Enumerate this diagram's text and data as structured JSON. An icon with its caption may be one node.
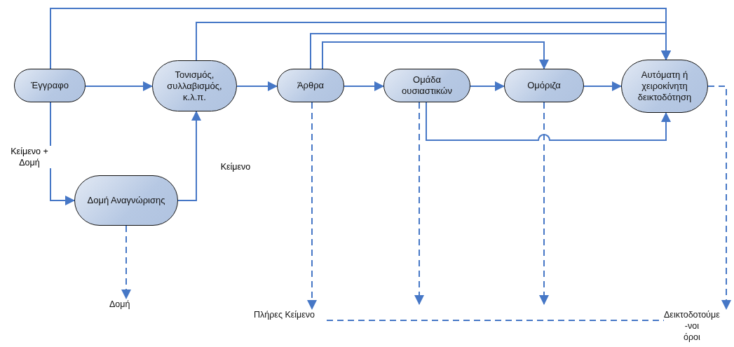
{
  "diagram": {
    "nodes": [
      {
        "text": [
          "Έγγραφο"
        ]
      },
      {
        "text": [
          "Τονισμός, συλλαβισμός, κ.λ.π."
        ]
      },
      {
        "text": [
          "Άρθρα"
        ]
      },
      {
        "text": [
          "Ομάδα ουσιαστικών"
        ]
      },
      {
        "text": [
          "Ομόριζα"
        ]
      },
      {
        "text": [
          "Αυτόματη ή χειροκίνητη δεικτοδότηση"
        ]
      },
      {
        "text": [
          "Δομή Αναγνώρισης"
        ]
      },
      {
        "text": [
          "Δομή"
        ]
      },
      {
        "text": [
          "Πλήρες Κείμενο"
        ]
      },
      {
        "text": [
          "Δεικτοδοτούμε -νοι όροι"
        ]
      }
    ],
    "edges": [
      {
        "from": 0,
        "to": 1,
        "arrow": "to"
      },
      {
        "from": 1,
        "to": 2,
        "arrow": "to"
      },
      {
        "from": 2,
        "to": 3,
        "arrow": "to"
      },
      {
        "from": 3,
        "to": 4,
        "arrow": "to"
      },
      {
        "from": 4,
        "to": 5,
        "arrow": "to"
      },
      {
        "from": 0,
        "to": 6,
        "arrow": "to",
        "label": "Κείμενο + Δομή"
      },
      {
        "from": 6,
        "to": 1,
        "arrow": "to",
        "label": "Κείμενο"
      },
      {
        "from": 0,
        "to": 5,
        "arrow": "to"
      },
      {
        "from": 1,
        "to": 5,
        "arrow": "to"
      },
      {
        "from": 2,
        "to": 5,
        "arrow": "to"
      },
      {
        "from": 2,
        "to": 4,
        "arrow": "to"
      },
      {
        "from": 3,
        "to": 5,
        "arrow": "to"
      },
      {
        "from": 6,
        "to": 7,
        "arrow": "to",
        "style": "dashed"
      },
      {
        "from": 2,
        "to": 8,
        "arrow": "to",
        "style": "dashed"
      },
      {
        "from": 3,
        "to": null,
        "arrow": "to",
        "style": "dashed"
      },
      {
        "from": 4,
        "to": null,
        "arrow": "to",
        "style": "dashed"
      },
      {
        "from": 5,
        "to": 9,
        "arrow": "to",
        "style": "dashed"
      },
      {
        "from": 8,
        "to": 9,
        "arrow": "none",
        "style": "dashed"
      }
    ]
  }
}
